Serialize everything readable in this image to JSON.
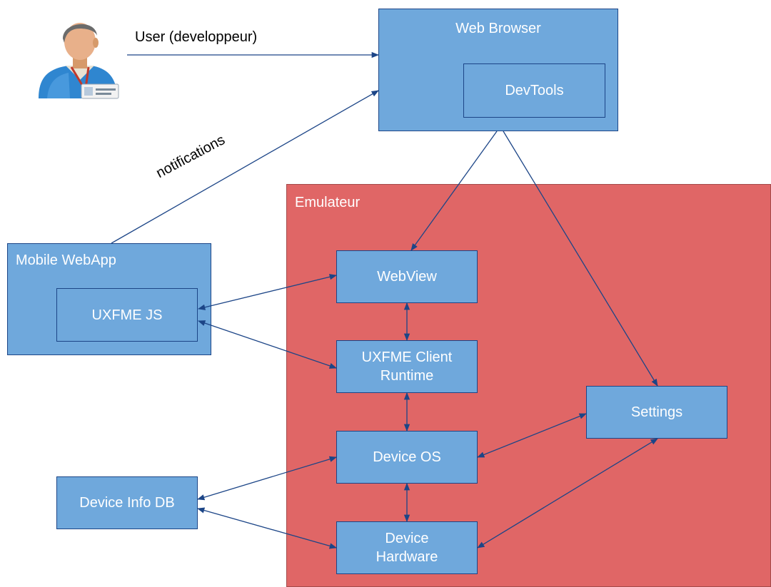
{
  "user": {
    "icon": "user-icon",
    "label": "User (developpeur)"
  },
  "notifications_label": "notifications",
  "web_browser": {
    "title": "Web Browser",
    "devtools": "DevTools"
  },
  "emulator": {
    "title": "Emulateur",
    "webview": "WebView",
    "client_runtime": "UXFME Client\nRuntime",
    "device_os": "Device OS",
    "device_hardware": "Device\nHardware",
    "settings": "Settings"
  },
  "mobile_webapp": {
    "title": "Mobile WebApp",
    "uxfme_js": "UXFME JS"
  },
  "device_info_db": "Device Info DB",
  "colors": {
    "box_fill": "#6fa8dc",
    "box_border": "#1c4587",
    "emulator_fill": "#e06666",
    "arrow": "#1c4587"
  }
}
